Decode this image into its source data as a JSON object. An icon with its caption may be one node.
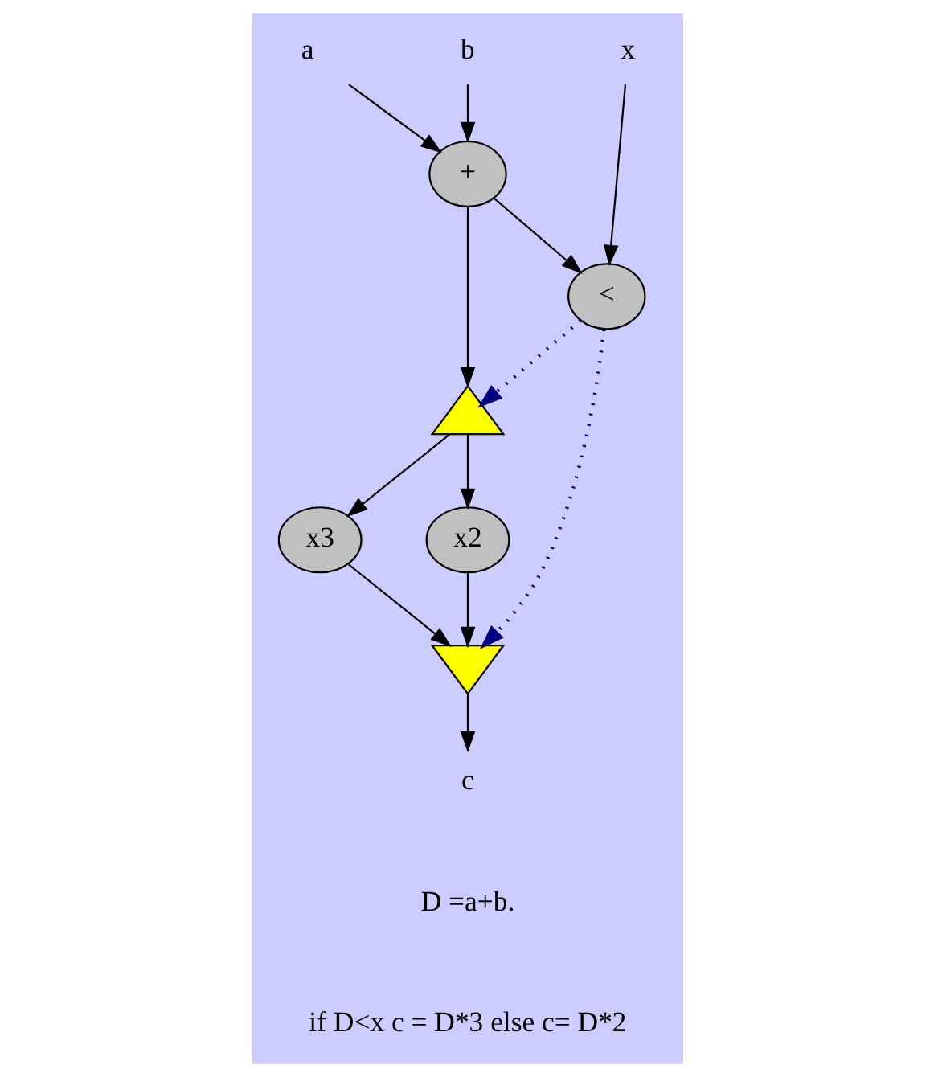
{
  "diagram": {
    "nodes": [
      {
        "text": [
          "a"
        ]
      },
      {
        "text": [
          "b"
        ]
      },
      {
        "text": [
          "x"
        ]
      },
      {
        "text": [
          "+"
        ]
      },
      {
        "text": [
          "<"
        ]
      },
      {
        "text": [],
        "shape": "triangle"
      },
      {
        "text": [
          "x3"
        ]
      },
      {
        "text": [
          "x2"
        ]
      },
      {
        "text": [],
        "shape": "invtriangle"
      },
      {
        "text": [
          "c"
        ]
      }
    ],
    "edges": [
      {
        "from": 0,
        "to": 3,
        "arrow": "to"
      },
      {
        "from": 1,
        "to": 3,
        "arrow": "to"
      },
      {
        "from": 2,
        "to": 4,
        "arrow": "to"
      },
      {
        "from": 3,
        "to": 5,
        "arrow": "to"
      },
      {
        "from": 3,
        "to": 4,
        "arrow": "to"
      },
      {
        "from": 4,
        "to": 5,
        "arrow": "to",
        "style": "dashed",
        "color": "#000080"
      },
      {
        "from": 5,
        "to": 6,
        "arrow": "to"
      },
      {
        "from": 5,
        "to": 7,
        "arrow": "to"
      },
      {
        "from": 6,
        "to": 8,
        "arrow": "to"
      },
      {
        "from": 7,
        "to": 8,
        "arrow": "to"
      },
      {
        "from": 4,
        "to": 8,
        "arrow": "to",
        "style": "dashed",
        "color": "#000080"
      },
      {
        "from": 8,
        "to": 9,
        "arrow": "to"
      }
    ],
    "labels": [
      "D =a+b.",
      "if D<x c = D*3 else c= D*2"
    ]
  }
}
